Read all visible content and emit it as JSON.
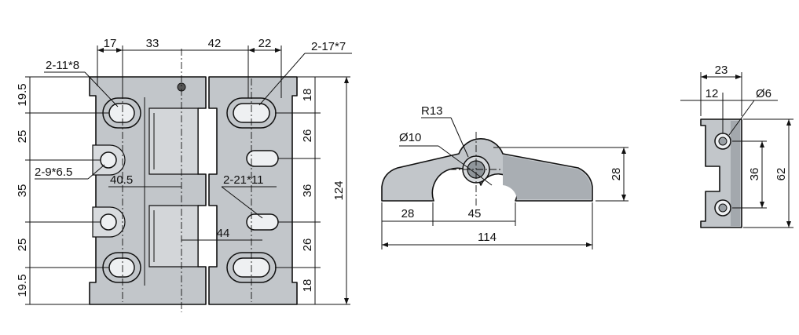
{
  "front_view": {
    "top_dims": [
      "17",
      "33",
      "42",
      "22"
    ],
    "left_dims": [
      "19.5",
      "25",
      "35",
      "25",
      "19.5"
    ],
    "right_dims": [
      "18",
      "26",
      "36",
      "26",
      "18"
    ],
    "total_height": "124",
    "callouts": {
      "slot_left": "2-11*8",
      "slot_right": "2-17*7",
      "hole_left": "2-9*6.5",
      "slot_middle": "2-21*11",
      "offset_left": "40.5",
      "offset_right": "44"
    }
  },
  "side_view": {
    "radius": "R13",
    "pin_diameter": "Ø10",
    "height": "28",
    "dims_bottom": [
      "28",
      "45"
    ],
    "total_width": "114"
  },
  "end_view": {
    "width": "23",
    "offset": "12",
    "hole_diameter": "Ø6",
    "hole_spacing": "36",
    "total_height": "62"
  }
}
